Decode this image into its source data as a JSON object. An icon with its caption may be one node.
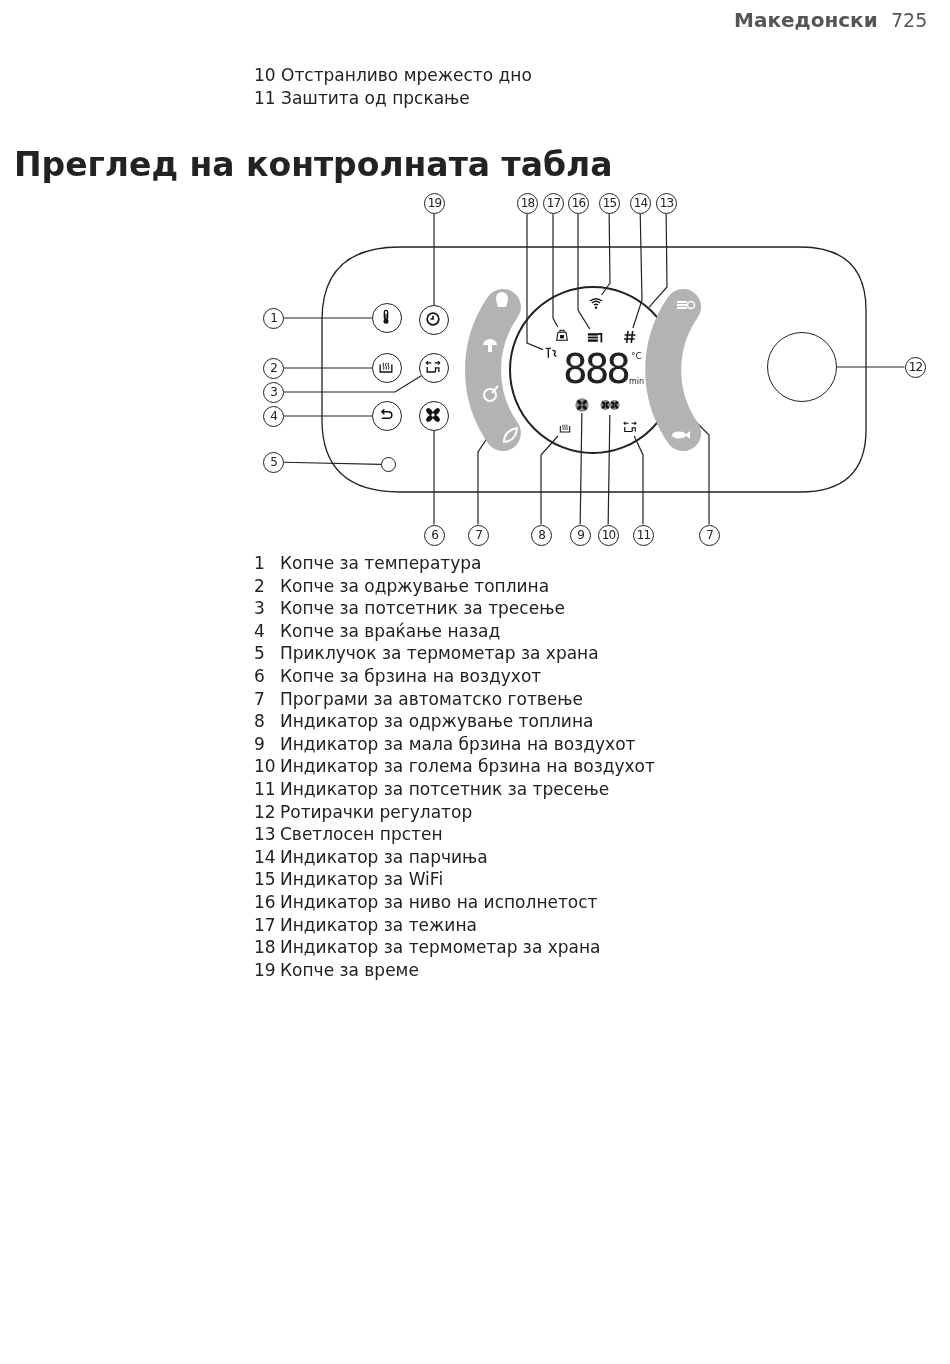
{
  "diagram": {
    "title": "Преглед на контролната табла",
    "nodes": [
      {
        "text": [
          "19"
        ]
      },
      {
        "text": [
          "18"
        ]
      },
      {
        "text": [
          "17"
        ]
      },
      {
        "text": [
          "16"
        ]
      },
      {
        "text": [
          "15"
        ]
      },
      {
        "text": [
          "14"
        ]
      },
      {
        "text": [
          "13"
        ]
      },
      {
        "text": [
          "1"
        ]
      },
      {
        "text": [
          "2"
        ]
      },
      {
        "text": [
          "3"
        ]
      },
      {
        "text": [
          "4"
        ]
      },
      {
        "text": [
          "5"
        ]
      },
      {
        "text": [
          "12"
        ]
      },
      {
        "text": [
          "6"
        ]
      },
      {
        "text": [
          "7"
        ]
      },
      {
        "text": [
          "8"
        ]
      },
      {
        "text": [
          "9"
        ]
      },
      {
        "text": [
          "10"
        ]
      },
      {
        "text": [
          "11"
        ]
      },
      {
        "text": [
          "7"
        ]
      },
      {
        "text": [],
        "shape": "circle"
      },
      {
        "text": [],
        "shape": "icon",
        "in": 26
      },
      {
        "text": [],
        "shape": "icon",
        "in": 26
      },
      {
        "text": [],
        "shape": "icon",
        "in": 26
      },
      {
        "text": [],
        "shape": "icon",
        "in": 26
      },
      {
        "text": [],
        "shape": "icon",
        "in": 26
      },
      {
        "text": [],
        "shape": "circle"
      },
      {
        "text": [],
        "shape": "circle"
      },
      {
        "text": [],
        "shape": "circle"
      },
      {
        "text": [],
        "shape": "circle"
      },
      {
        "text": [],
        "shape": "circle"
      },
      {
        "text": [],
        "shape": "circle"
      },
      {
        "text": [],
        "shape": "circle"
      },
      {
        "text": [],
        "shape": "circle"
      },
      {
        "text": [],
        "shape": "band"
      },
      {
        "text": [],
        "shape": "icon",
        "in": 26
      },
      {
        "text": [],
        "shape": "icon",
        "in": 26
      },
      {
        "text": [],
        "shape": "icon",
        "in": 26
      },
      {
        "text": [],
        "shape": "icon",
        "in": 26
      },
      {
        "text": [],
        "shape": "band"
      }
    ],
    "edges": [
      {
        "from": 0,
        "to": 20,
        "arrow": "none"
      },
      {
        "from": 1,
        "to": 21,
        "arrow": "none"
      },
      {
        "from": 2,
        "to": 22,
        "arrow": "none"
      },
      {
        "from": 3,
        "to": 23,
        "arrow": "none"
      },
      {
        "from": 4,
        "to": 24,
        "arrow": "none"
      },
      {
        "from": 5,
        "to": 25,
        "arrow": "none"
      },
      {
        "from": 6,
        "to": 26,
        "arrow": "none"
      },
      {
        "from": 7,
        "to": 27,
        "arrow": "none"
      },
      {
        "from": 8,
        "to": 28,
        "arrow": "none"
      },
      {
        "from": 9,
        "to": 29,
        "arrow": "none"
      },
      {
        "from": 10,
        "to": 30,
        "arrow": "none"
      },
      {
        "from": 11,
        "to": 31,
        "arrow": "none"
      },
      {
        "from": 12,
        "to": 32,
        "arrow": "none"
      },
      {
        "from": 13,
        "to": 33,
        "arrow": "none"
      },
      {
        "from": 14,
        "to": 34,
        "arrow": "none"
      },
      {
        "from": 15,
        "to": 35,
        "arrow": "none"
      },
      {
        "from": 16,
        "to": 36,
        "arrow": "none"
      },
      {
        "from": 17,
        "to": 37,
        "arrow": "none"
      },
      {
        "from": 18,
        "to": 38,
        "arrow": "none"
      },
      {
        "from": 19,
        "to": 39,
        "arrow": "none"
      }
    ],
    "labels": [
      "Македонски",
      "725",
      "10 Отстранливо мрежесто дно",
      "11 Заштита од прскање",
      "888",
      "°C",
      "min",
      "1",
      "Копче за температура",
      "2",
      "Копче за одржување топлина",
      "3",
      "Копче за потсетник за тресење",
      "4",
      "Копче за враќање назад",
      "5",
      "Приклучок за термометар за храна",
      "6",
      "Копче за брзина на воздухот",
      "7",
      "Програми за автоматско готвење",
      "8",
      "Индикатор за одржување топлина",
      "9",
      "Индикатор за мала брзина на воздухот",
      "10",
      "Индикатор за голема брзина на воздухот",
      "11",
      "Индикатор за потсетник за тресење",
      "12",
      "Ротирачки регулатор",
      "13",
      "Светлосен прстен",
      "14",
      "Индикатор за парчиња",
      "15",
      "Индикатор за WiFi",
      "16",
      "Индикатор за ниво на исполнетост",
      "17",
      "Индикатор за тежина",
      "18",
      "Индикатор за термометар за храна",
      "19",
      "Копче за време"
    ]
  }
}
